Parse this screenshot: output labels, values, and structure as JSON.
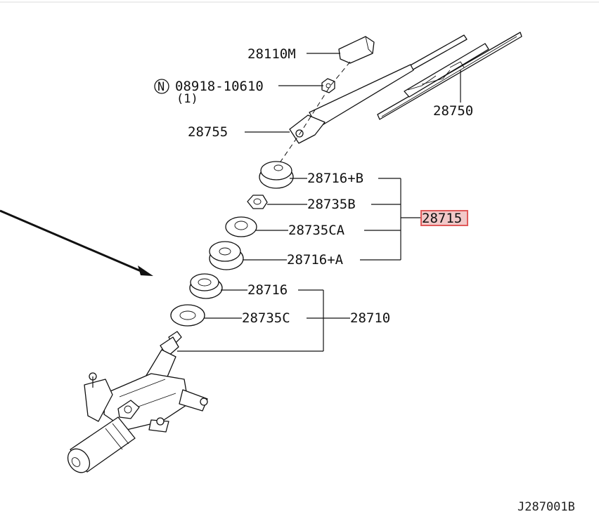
{
  "parts": {
    "p28110m": "28110M",
    "p08918_symbol": "N",
    "p08918": "08918-10610",
    "p08918_qty": "(1)",
    "p28755": "28755",
    "p28750": "28750",
    "p28716b": "28716+B",
    "p28735b": "28735B",
    "p28735ca": "28735CA",
    "p28716a": "28716+A",
    "p28716": "28716",
    "p28735c": "28735C",
    "p28710": "28710",
    "p28715": "28715"
  },
  "highlight_color": "#e05a5a",
  "highlight_fill": "#f2c8c8",
  "diagram_code": "J287001B"
}
